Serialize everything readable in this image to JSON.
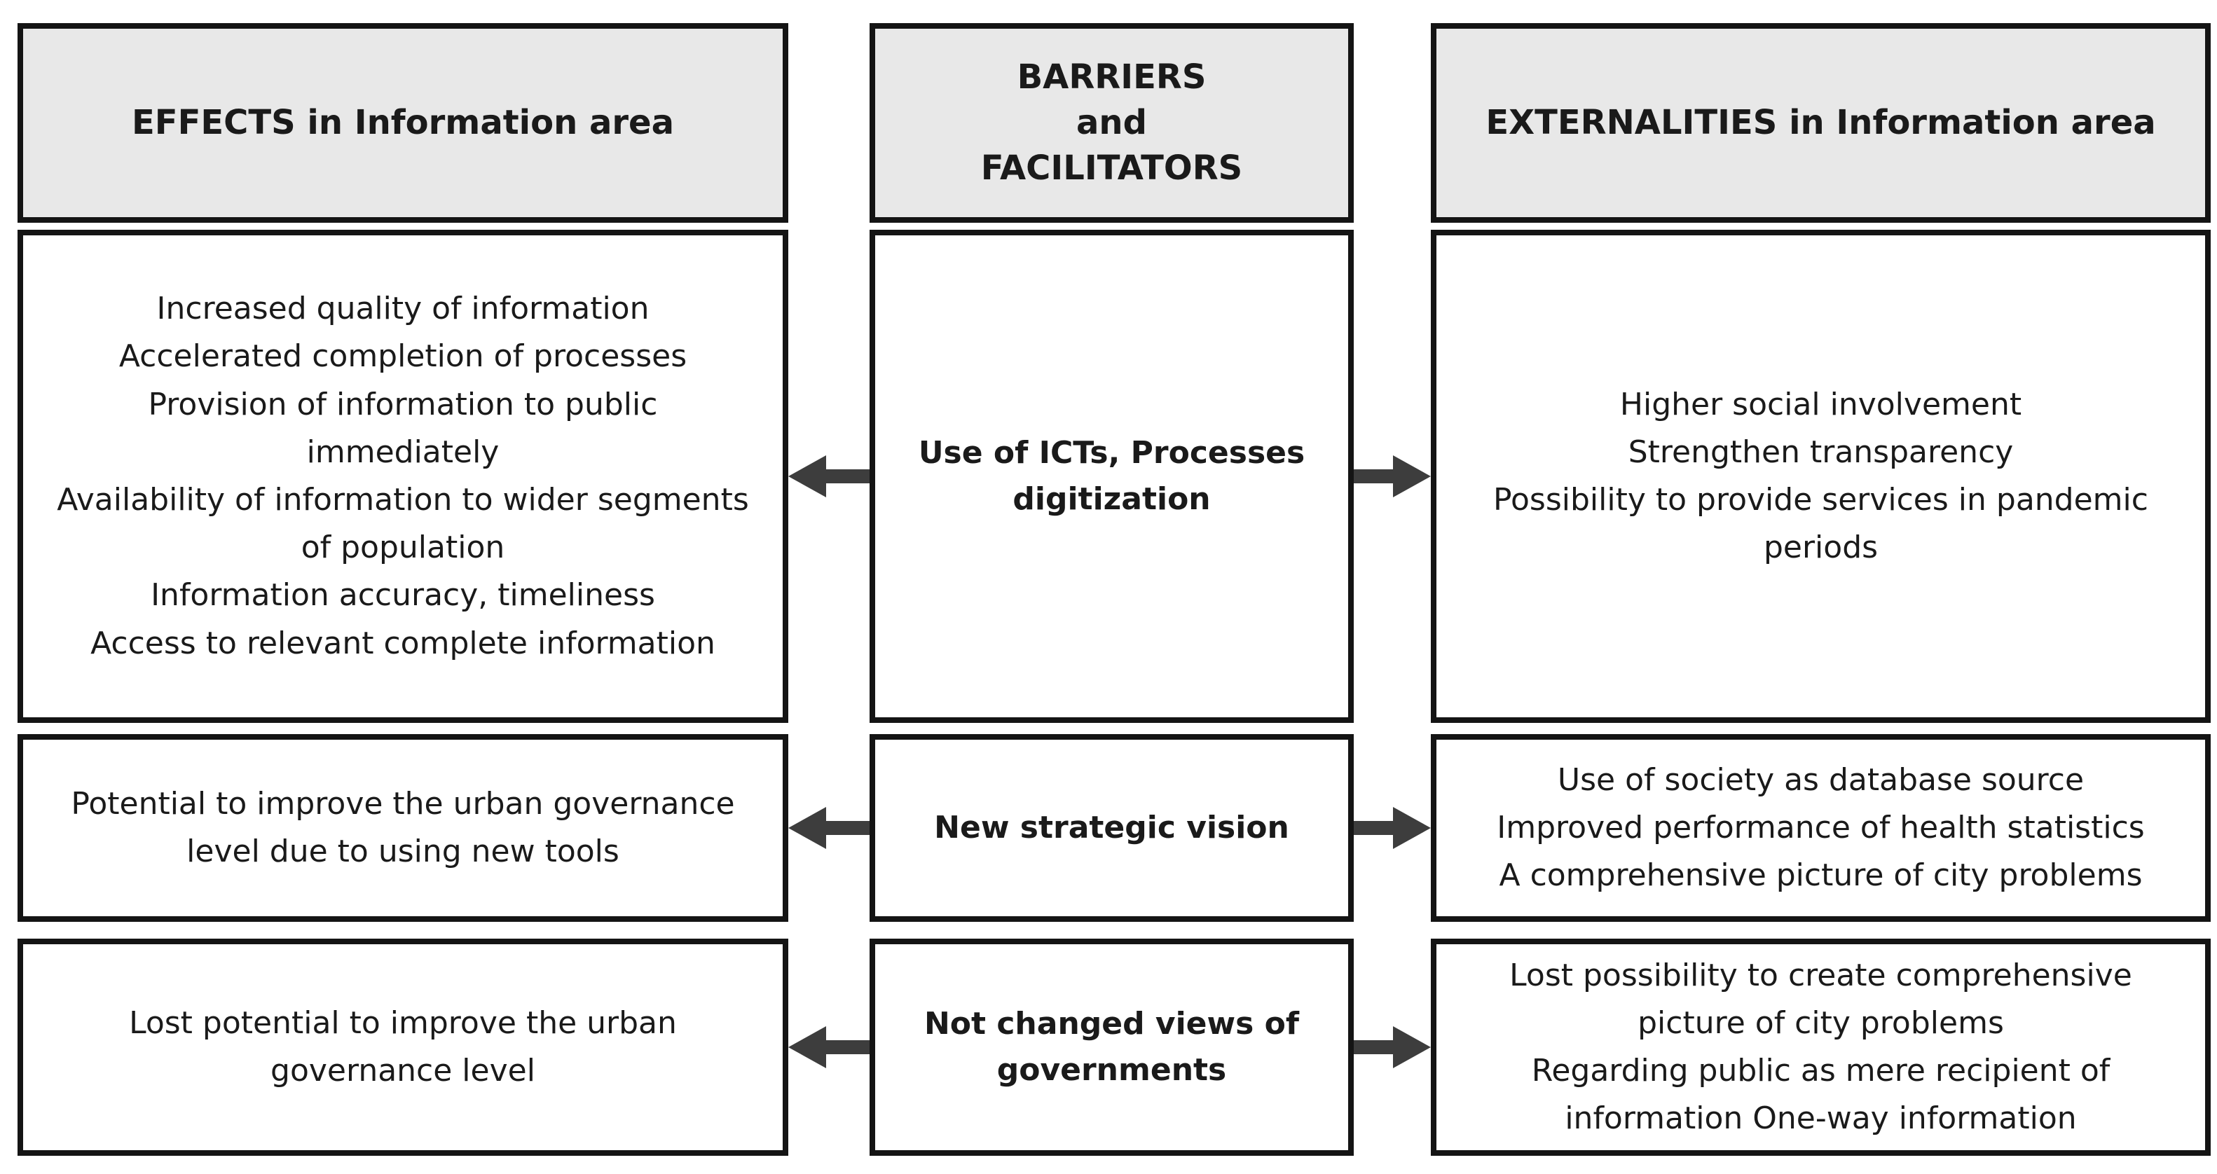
{
  "diagram": {
    "colors": {
      "header_bg": "#e8e8e8",
      "border": "#141414",
      "text": "#1a1a1a",
      "arrow": "#3d3d3d"
    },
    "columns": [
      {
        "id": "effects",
        "header": "EFFECTS in Information area",
        "rows": [
          {
            "items": [
              "Increased quality of information",
              "Accelerated completion of processes",
              "Provision of information to public immediately",
              "Availability of information to wider segments of population",
              "Information accuracy, timeliness",
              "Access to relevant complete information"
            ]
          },
          {
            "items": [
              "Potential to improve the urban governance level due to using new tools"
            ]
          },
          {
            "items": [
              "Lost potential to improve the urban governance level"
            ]
          }
        ]
      },
      {
        "id": "barriers-facilitators",
        "header_lines": [
          "BARRIERS",
          "and",
          "FACILITATORS"
        ],
        "rows": [
          {
            "items": [
              "Use of ICTs, Processes digitization"
            ]
          },
          {
            "items": [
              "New strategic vision"
            ]
          },
          {
            "items": [
              "Not changed views of governments"
            ]
          }
        ]
      },
      {
        "id": "externalities",
        "header": "EXTERNALITIES in Information area",
        "rows": [
          {
            "items": [
              "Higher social involvement",
              "Strengthen transparency",
              "Possibility to provide services in pandemic periods"
            ]
          },
          {
            "items": [
              "Use of society as database source",
              "Improved performance of health statistics",
              "A comprehensive picture of city problems"
            ]
          },
          {
            "items": [
              "Lost possibility to create comprehensive picture of city problems",
              "Regarding public as mere recipient of information One-way information"
            ]
          }
        ]
      }
    ]
  }
}
